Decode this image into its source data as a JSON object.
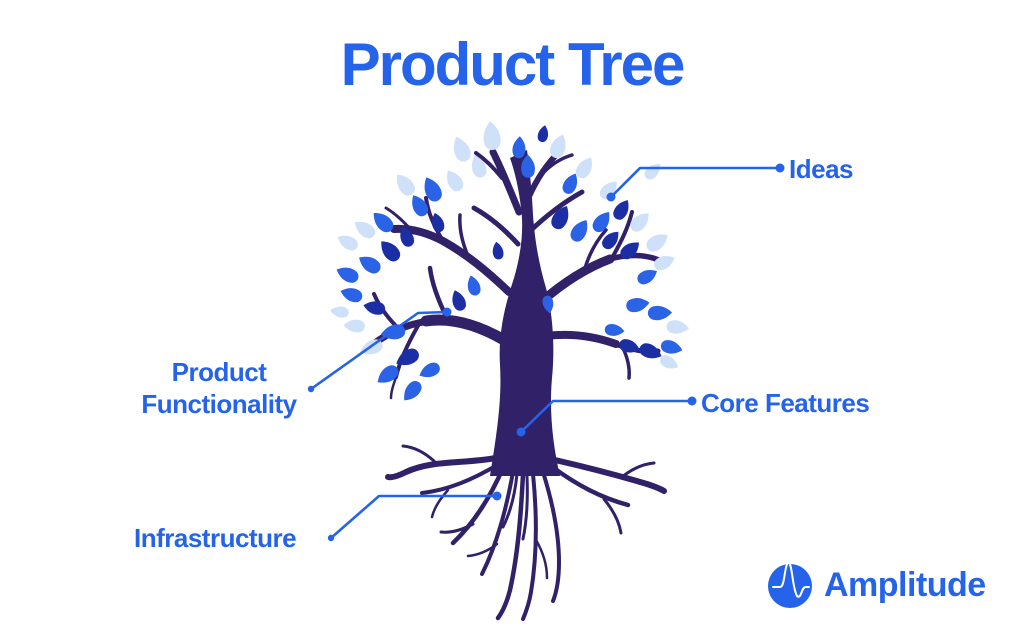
{
  "title": "Product Tree",
  "labels": {
    "ideas": "Ideas",
    "product_functionality": "Product Functionality",
    "core_features": "Core Features",
    "infrastructure": "Infrastructure"
  },
  "logo": {
    "name": "Amplitude",
    "icon": "amplitude-waveform-icon"
  },
  "colors": {
    "background": "#FFFFFF",
    "accent_blue": "#2563EB",
    "trunk_purple": "#312168",
    "leaf_light": "#CFE1F9",
    "leaf_mid": "#2B63E6",
    "leaf_dark": "#1C2EA4"
  }
}
